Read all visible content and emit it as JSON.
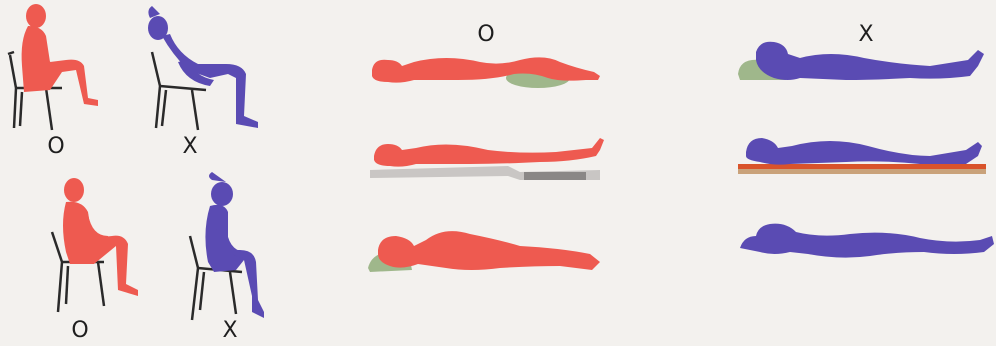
{
  "colors": {
    "background": "#f3f1ee",
    "correct_figure": "#ee5a50",
    "incorrect_figure": "#5a4bb3",
    "pillow": "#9fb78b",
    "mattress": "#c9c6c4",
    "soft_mattress_edge": "#d9532a",
    "chair": "#2a2a2a"
  },
  "labels": {
    "sit_back_correct": "O",
    "sit_back_incorrect": "X",
    "sit_edge_correct": "O",
    "sit_edge_incorrect": "X",
    "lying_correct": "O",
    "lying_incorrect": "X"
  }
}
